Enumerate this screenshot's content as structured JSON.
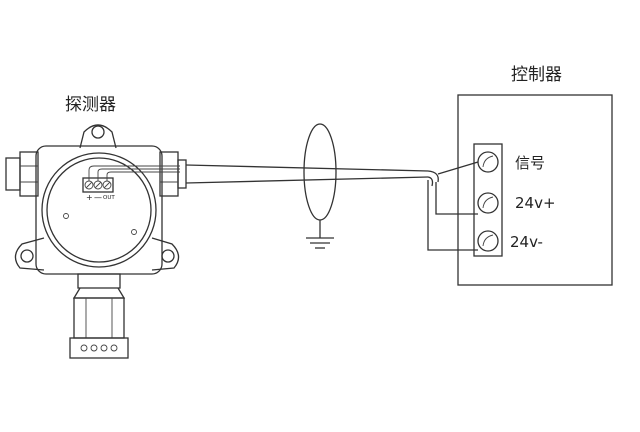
{
  "detector": {
    "title": "探测器",
    "terminal_labels": [
      "+",
      "—",
      "OUT"
    ]
  },
  "controller": {
    "title": "控制器",
    "terminals": [
      {
        "label": "信号"
      },
      {
        "label": "24v+"
      },
      {
        "label": "24v-"
      }
    ]
  },
  "icons": {
    "ground": "ground-symbol-icon",
    "shield": "cable-shield-icon"
  }
}
